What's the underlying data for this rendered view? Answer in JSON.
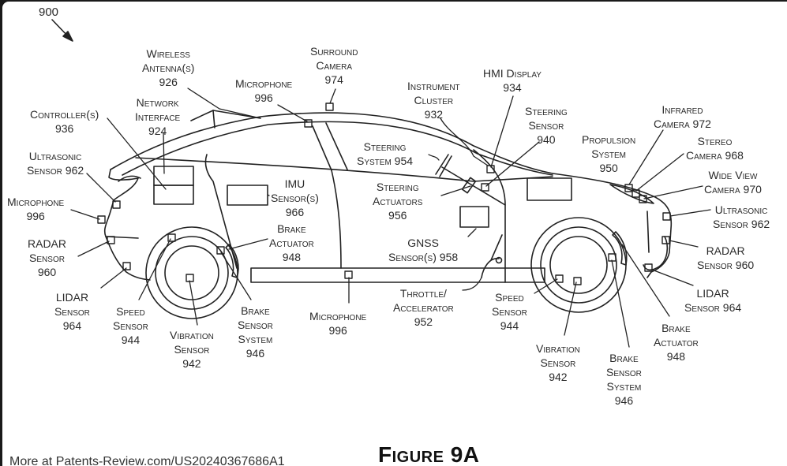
{
  "figure": {
    "reference_number": "900",
    "title": "Figure 9A",
    "footer_text": "More at Patents-Review.com/US20240367686A1"
  },
  "labels": {
    "wireless_antenna": "Wireless\nAntenna(s)\n926",
    "surround_camera": "Surround\nCamera\n974",
    "microphone_roof": "Microphone\n996",
    "network_interface": "Network\nInterface\n924",
    "controllers": "Controller(s)\n936",
    "instrument_cluster": "Instrument\nCluster\n932",
    "hmi_display": "HMI Display\n934",
    "steering_sensor": "Steering\nSensor\n940",
    "infrared_camera": "Infrared\nCamera 972",
    "propulsion_system": "Propulsion\nSystem\n950",
    "stereo_camera": "Stereo\nCamera 968",
    "wide_view_camera": "Wide View\nCamera 970",
    "ultrasonic_front": "Ultrasonic\nSensor 962",
    "ultrasonic_rear": "Ultrasonic\nSensor 962",
    "microphone_rear": "Microphone\n996",
    "radar_rear": "RADAR\nSensor\n960",
    "lidar_rear": "LIDAR\nSensor\n964",
    "speed_sensor_rear": "Speed\nSensor\n944",
    "vibration_sensor_rear": "Vibration\nSensor\n942",
    "brake_sensor_system_rear": "Brake\nSensor\nSystem\n946",
    "imu_sensors": "IMU\nSensor(s)\n966",
    "brake_actuator_rear": "Brake\nActuator\n948",
    "steering_system": "Steering\nSystem 954",
    "steering_actuators": "Steering\nActuators\n956",
    "gnss_sensors": "GNSS\nSensor(s) 958",
    "microphone_bottom": "Microphone\n996",
    "throttle_accelerator": "Throttle/\nAccelerator\n952",
    "speed_sensor_front": "Speed\nSensor\n944",
    "vibration_sensor_front": "Vibration\nSensor\n942",
    "brake_sensor_system_front": "Brake\nSensor\nSystem\n946",
    "brake_actuator_front": "Brake\nActuator\n948",
    "radar_front": "RADAR\nSensor 960",
    "lidar_front": "LIDAR\nSensor 964"
  }
}
